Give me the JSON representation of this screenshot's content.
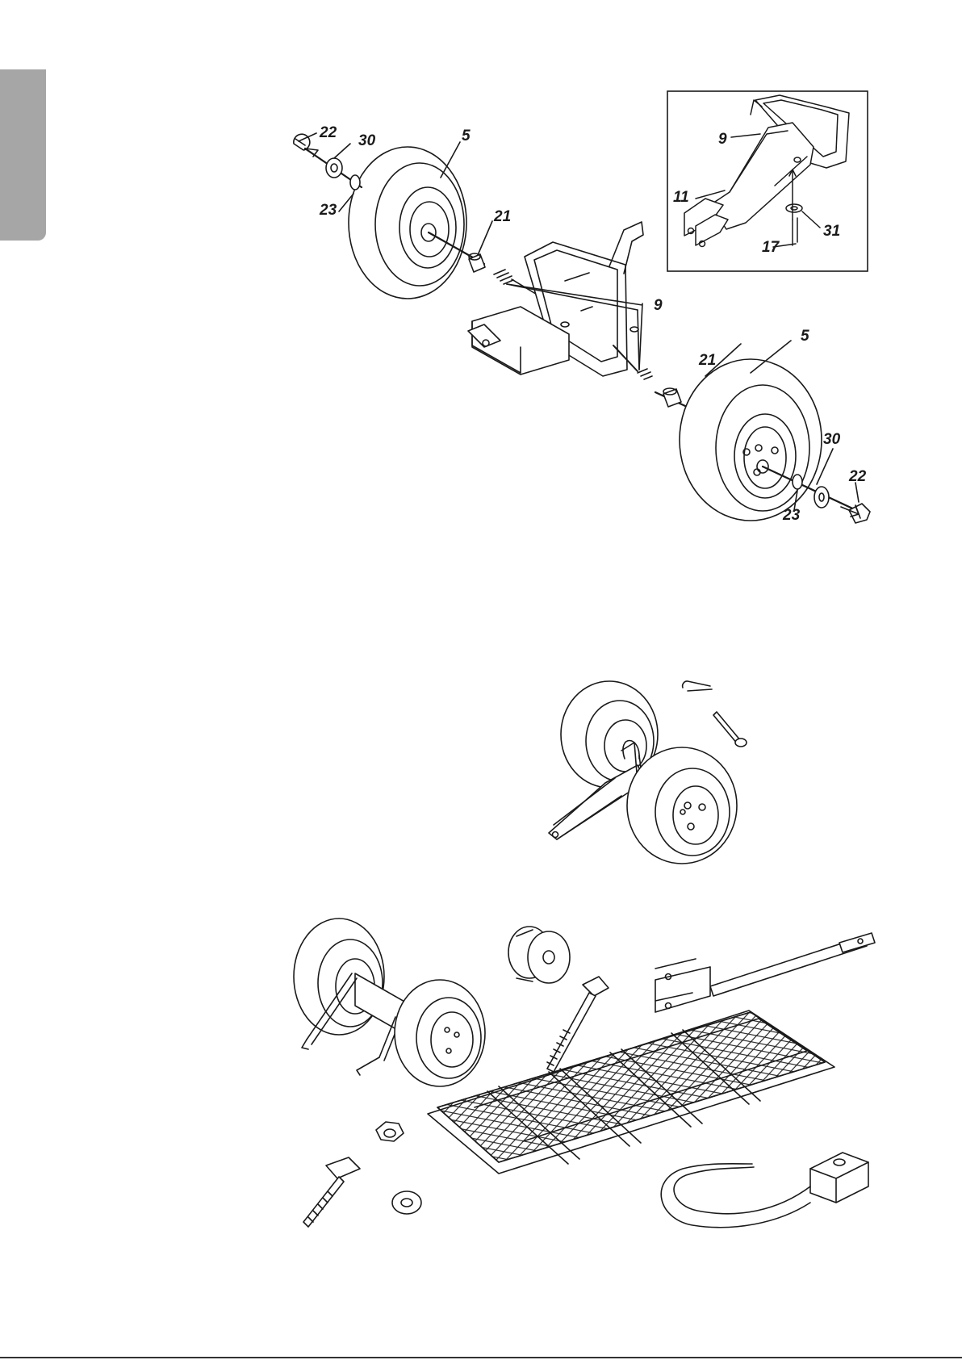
{
  "callouts": {
    "fig1": {
      "c22_left": "22",
      "c30_left": "30",
      "c23_left": "23",
      "c5_left": "5",
      "c21_left": "21",
      "c9_main": "9",
      "c5_right": "5",
      "c21_right": "21",
      "c30_right": "30",
      "c22_right": "22",
      "c23_right": "23"
    },
    "inset": {
      "c9": "9",
      "c11": "11",
      "c31": "31",
      "c17": "17"
    }
  },
  "colors": {
    "line": "#1a1a1a",
    "tab": "#a6a6a6"
  }
}
